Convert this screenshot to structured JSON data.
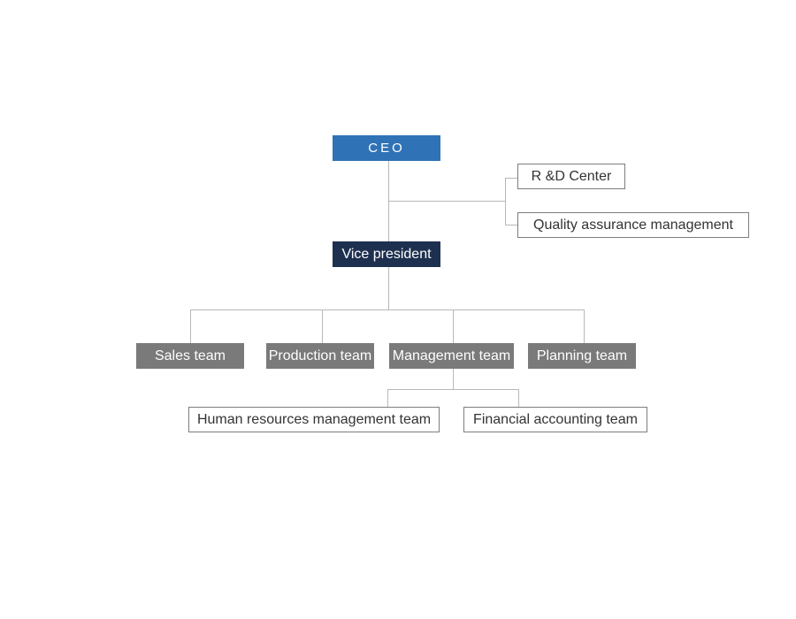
{
  "org_chart": {
    "ceo": "CEO",
    "vice_president": "Vice president",
    "staff_units": [
      "R &D Center",
      "Quality assurance management"
    ],
    "teams": [
      "Sales team",
      "Production team",
      "Management team",
      "Planning team"
    ],
    "management_subteams": [
      "Human resources management team",
      "Financial accounting team"
    ]
  },
  "colors": {
    "ceo_fill": "#2f73b6",
    "vice_president_fill": "#1e3050",
    "team_fill": "#7a7a7a",
    "outline_border": "#7d7d7d",
    "connector": "#b8b8b8"
  }
}
